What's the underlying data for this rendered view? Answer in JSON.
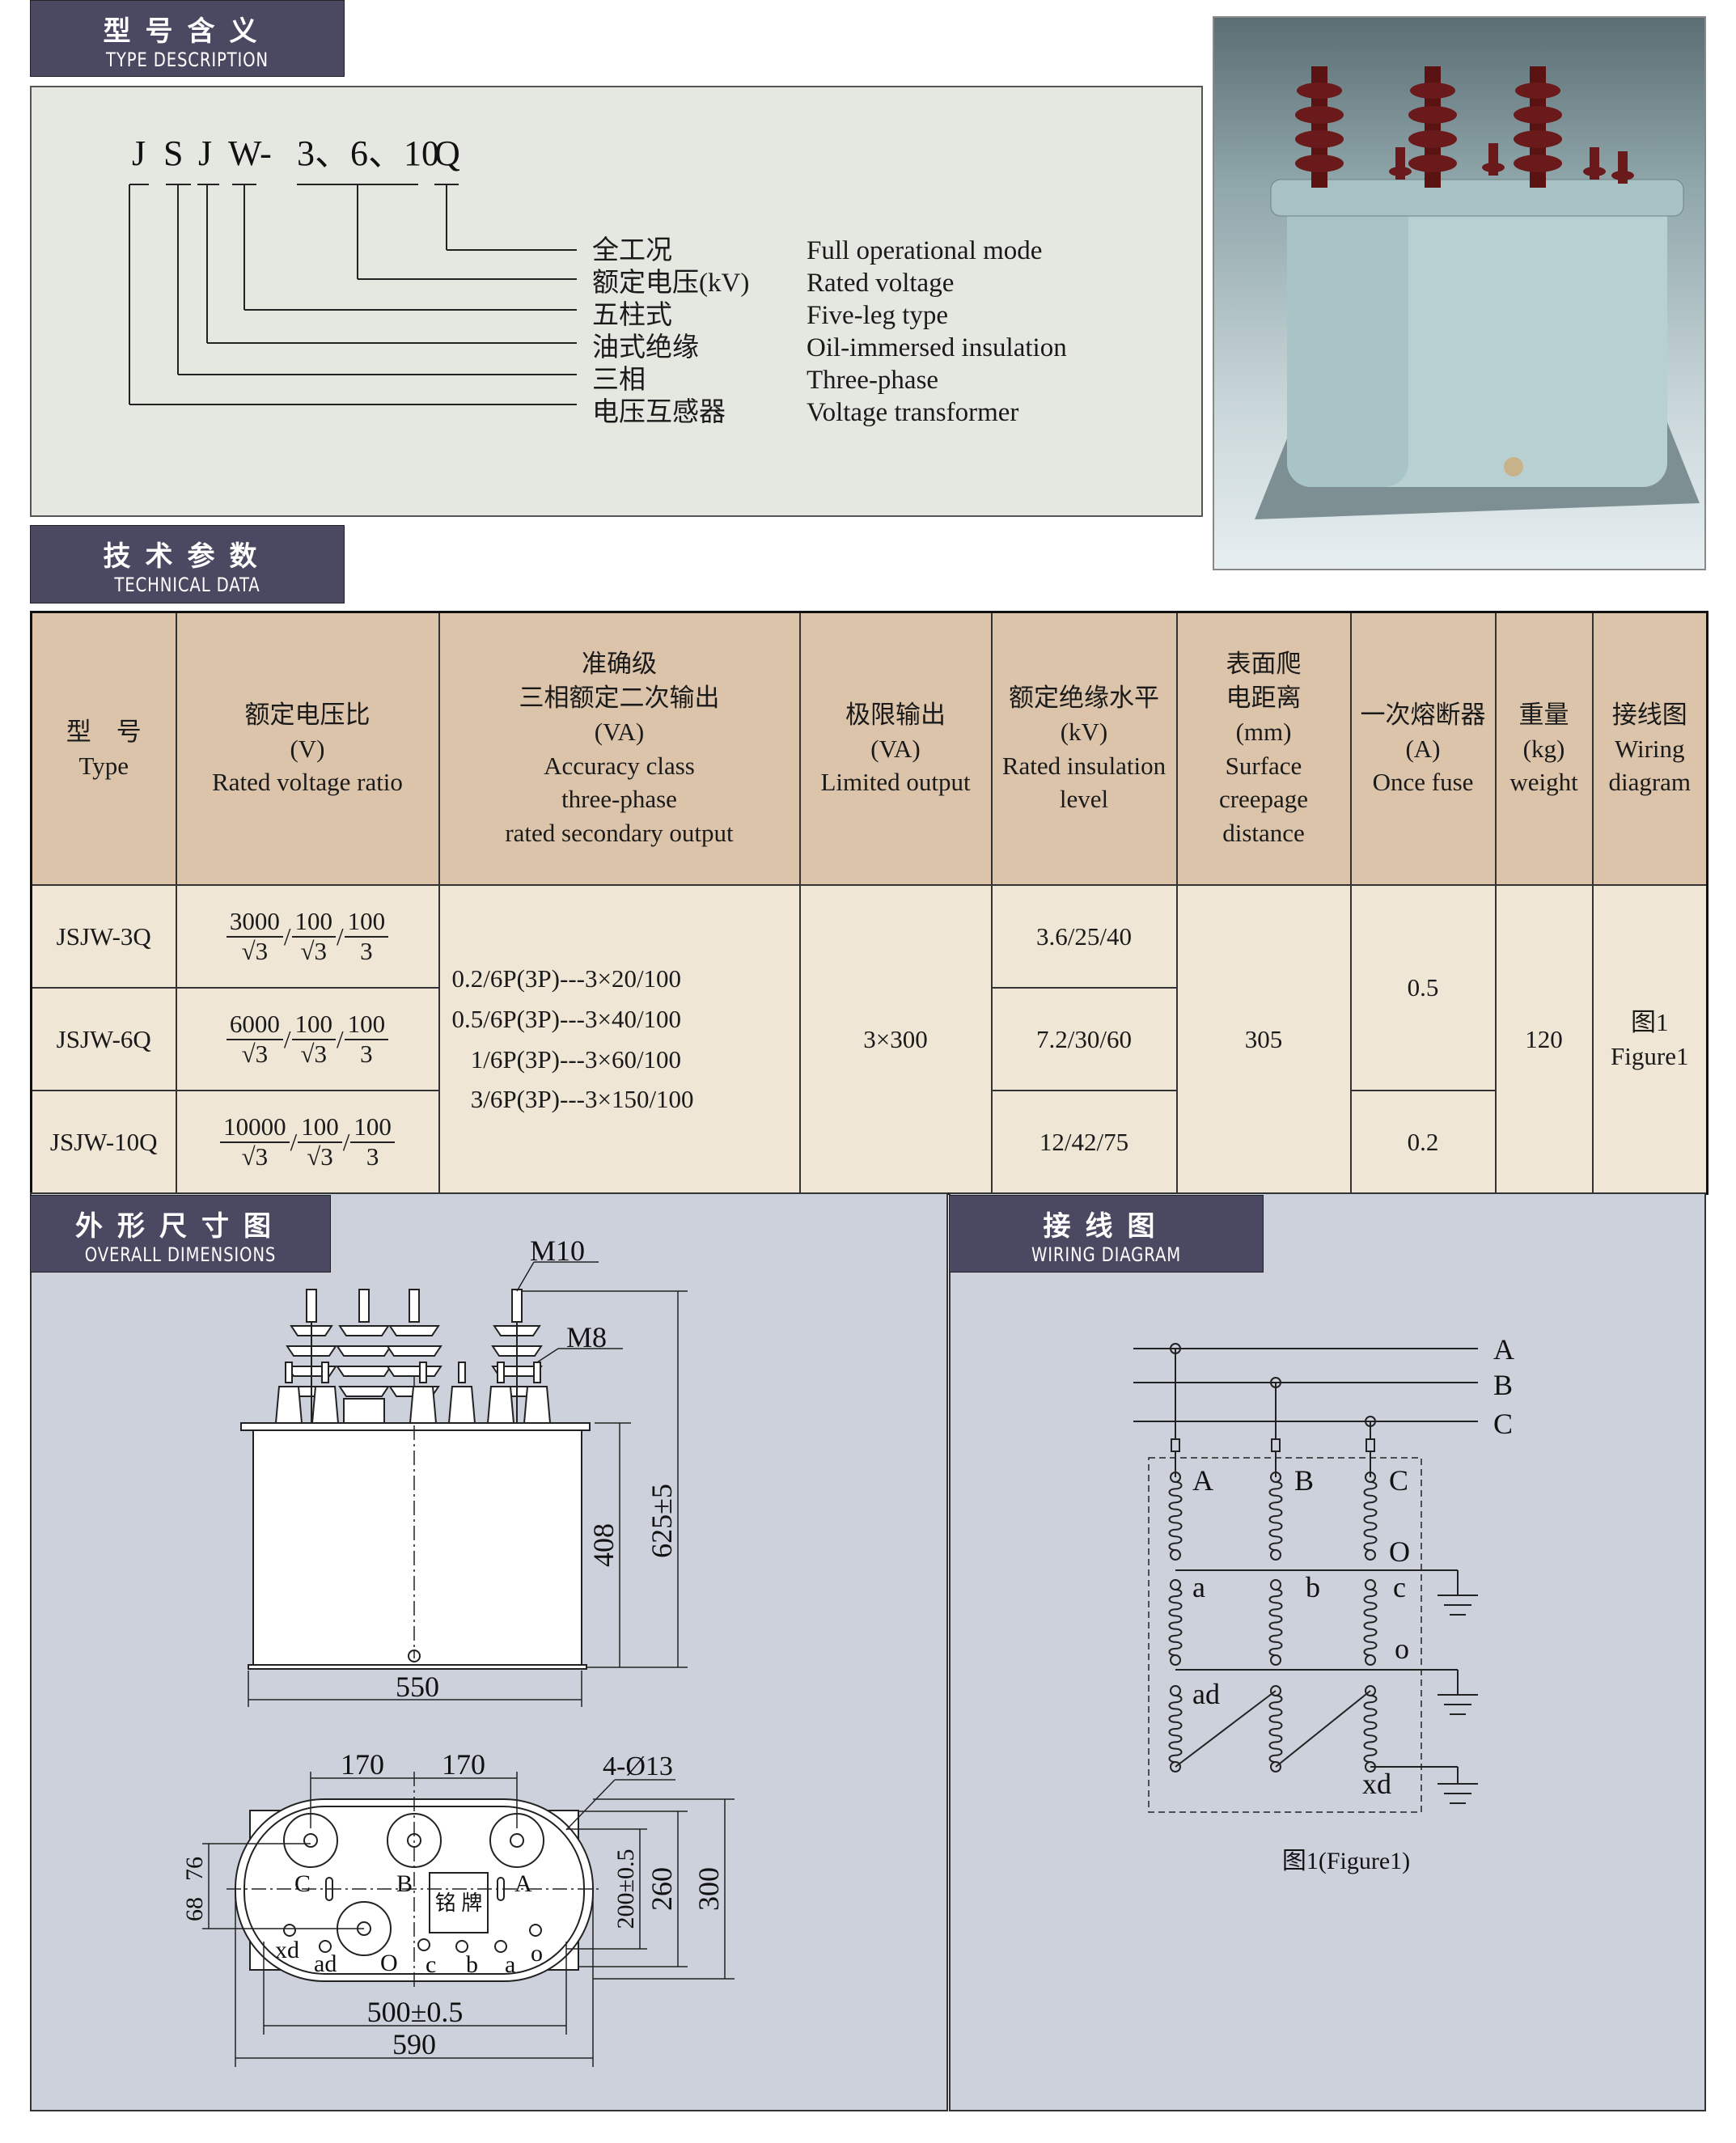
{
  "sections": {
    "type_description": {
      "zh": "型号含义",
      "en": "TYPE DESCRIPTION"
    },
    "technical_data": {
      "zh": "技术参数",
      "en": "TECHNICAL DATA"
    },
    "overall_dimensions": {
      "zh": "外形尺寸图",
      "en": "OVERALL DIMENSIONS"
    },
    "wiring_diagram": {
      "zh": "接线图",
      "en": "WIRING DIAGRAM"
    }
  },
  "type_code": {
    "letters": [
      "J",
      "S",
      "J",
      "W-",
      "3、6、10",
      "Q"
    ],
    "meanings": [
      {
        "zh": "全工况",
        "en": "Full operational mode"
      },
      {
        "zh": "额定电压(kV)",
        "en": "Rated voltage"
      },
      {
        "zh": "五柱式",
        "en": "Five-leg type"
      },
      {
        "zh": "油式绝缘",
        "en": "Oil-immersed insulation"
      },
      {
        "zh": "三相",
        "en": "Three-phase"
      },
      {
        "zh": "电压互感器",
        "en": "Voltage transformer"
      }
    ]
  },
  "table": {
    "headers": {
      "type": {
        "zh": "型　号",
        "en": "Type"
      },
      "ratio": {
        "zh": "额定电压比",
        "unit": "(V)",
        "en": "Rated voltage ratio"
      },
      "accuracy": {
        "zh1": "准确级",
        "zh2": "三相额定二次输出",
        "unit": "(VA)",
        "en1": "Accuracy class",
        "en2": "three-phase",
        "en3": "rated secondary output"
      },
      "limited": {
        "zh": "极限输出",
        "unit": "(VA)",
        "en": "Limited output"
      },
      "insulation": {
        "zh": "额定绝缘水平",
        "unit": "(kV)",
        "en1": "Rated insulation",
        "en2": "level"
      },
      "creepage": {
        "zh1": "表面爬",
        "zh2": "电距离",
        "unit": "(mm)",
        "en1": "Surface creepage",
        "en2": "distance"
      },
      "fuse": {
        "zh": "一次熔断器",
        "unit": "(A)",
        "en": "Once fuse"
      },
      "weight": {
        "zh": "重量",
        "unit": "(kg)",
        "en": "weight"
      },
      "wiring": {
        "zh": "接线图",
        "en1": "Wiring",
        "en2": "diagram"
      }
    },
    "rows": [
      {
        "type": "JSJW-3Q",
        "ratio": [
          "3000",
          "√3",
          "100",
          "√3",
          "100",
          "3"
        ],
        "insulation": "3.6/25/40"
      },
      {
        "type": "JSJW-6Q",
        "ratio": [
          "6000",
          "√3",
          "100",
          "√3",
          "100",
          "3"
        ],
        "insulation": "7.2/30/60"
      },
      {
        "type": "JSJW-10Q",
        "ratio": [
          "10000",
          "√3",
          "100",
          "√3",
          "100",
          "3"
        ],
        "insulation": "12/42/75"
      }
    ],
    "accuracy_lines": [
      "0.2/6P(3P)---3×20/100",
      "0.5/6P(3P)---3×40/100",
      "1/6P(3P)---3×60/100",
      "3/6P(3P)---3×150/100"
    ],
    "limited_output": "3×300",
    "creepage": "305",
    "fuse": [
      "0.5",
      "0.2"
    ],
    "weight": "120",
    "figure": {
      "zh": "图1",
      "en": "Figure1"
    }
  },
  "dimensions": {
    "thread_top": "M10",
    "thread_low": "M8",
    "height_total": "625±5",
    "height_tank": "408",
    "width_tank": "550",
    "spacing1": "170",
    "spacing2": "170",
    "holes": "4-Ø13",
    "d76": "76",
    "d68": "68",
    "d200": "200±0.5",
    "d260": "260",
    "d300": "300",
    "d500": "500±0.5",
    "d590": "590",
    "nameplate": "铭 牌",
    "top_terminals": [
      "C",
      "B",
      "A",
      "O"
    ],
    "low_terminals": [
      "xd",
      "ad",
      "c",
      "b",
      "a",
      "o"
    ]
  },
  "wiring": {
    "bus": [
      "A",
      "B",
      "C"
    ],
    "primary": [
      "A",
      "B",
      "C",
      "O"
    ],
    "secondary": [
      "a",
      "b",
      "c",
      "o"
    ],
    "tertiary": [
      "ad",
      "xd"
    ],
    "caption": "图1(Figure1)"
  }
}
